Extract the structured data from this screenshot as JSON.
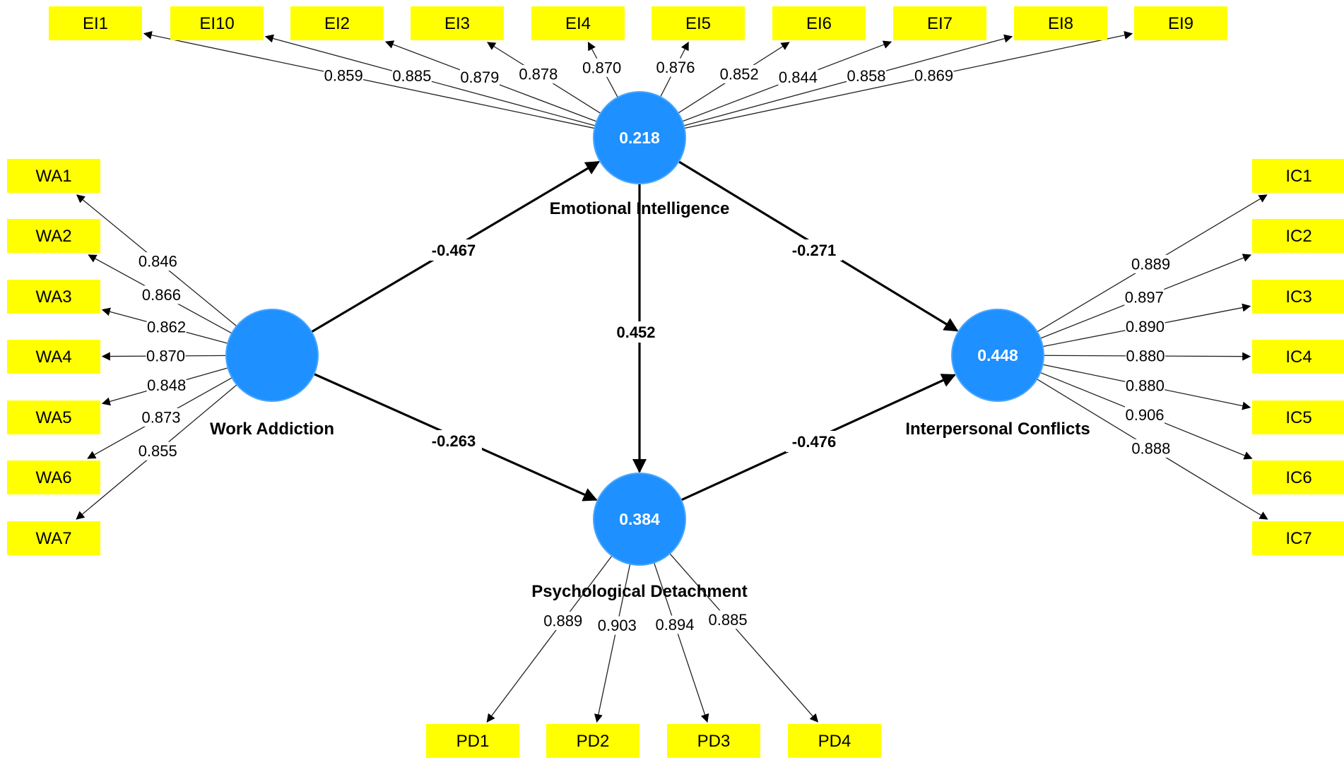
{
  "colors": {
    "construct_fill": "#1e90ff",
    "indicator_fill": "#ffff00",
    "text": "#000000",
    "construct_value_text": "#ffffff"
  },
  "constructs": [
    {
      "id": "WA",
      "name": "Work Addiction",
      "r2": ""
    },
    {
      "id": "EI",
      "name": "Emotional Intelligence",
      "r2": "0.218"
    },
    {
      "id": "PD",
      "name": "Psychological Detachment",
      "r2": "0.384"
    },
    {
      "id": "IC",
      "name": "Interpersonal Conflicts",
      "r2": "0.448"
    }
  ],
  "indicators": [
    {
      "id": "EI1",
      "construct": "EI",
      "loading": "0.859"
    },
    {
      "id": "EI10",
      "construct": "EI",
      "loading": "0.885"
    },
    {
      "id": "EI2",
      "construct": "EI",
      "loading": "0.879"
    },
    {
      "id": "EI3",
      "construct": "EI",
      "loading": "0.878"
    },
    {
      "id": "EI4",
      "construct": "EI",
      "loading": "0.870"
    },
    {
      "id": "EI5",
      "construct": "EI",
      "loading": "0.876"
    },
    {
      "id": "EI6",
      "construct": "EI",
      "loading": "0.852"
    },
    {
      "id": "EI7",
      "construct": "EI",
      "loading": "0.844"
    },
    {
      "id": "EI8",
      "construct": "EI",
      "loading": "0.858"
    },
    {
      "id": "EI9",
      "construct": "EI",
      "loading": "0.869"
    },
    {
      "id": "WA1",
      "construct": "WA",
      "loading": "0.846"
    },
    {
      "id": "WA2",
      "construct": "WA",
      "loading": "0.866"
    },
    {
      "id": "WA3",
      "construct": "WA",
      "loading": "0.862"
    },
    {
      "id": "WA4",
      "construct": "WA",
      "loading": "0.870"
    },
    {
      "id": "WA5",
      "construct": "WA",
      "loading": "0.848"
    },
    {
      "id": "WA6",
      "construct": "WA",
      "loading": "0.873"
    },
    {
      "id": "WA7",
      "construct": "WA",
      "loading": "0.855"
    },
    {
      "id": "IC1",
      "construct": "IC",
      "loading": "0.889"
    },
    {
      "id": "IC2",
      "construct": "IC",
      "loading": "0.897"
    },
    {
      "id": "IC3",
      "construct": "IC",
      "loading": "0.890"
    },
    {
      "id": "IC4",
      "construct": "IC",
      "loading": "0.880"
    },
    {
      "id": "IC5",
      "construct": "IC",
      "loading": "0.880"
    },
    {
      "id": "IC6",
      "construct": "IC",
      "loading": "0.906"
    },
    {
      "id": "IC7",
      "construct": "IC",
      "loading": "0.888"
    },
    {
      "id": "PD1",
      "construct": "PD",
      "loading": "0.889"
    },
    {
      "id": "PD2",
      "construct": "PD",
      "loading": "0.903"
    },
    {
      "id": "PD3",
      "construct": "PD",
      "loading": "0.894"
    },
    {
      "id": "PD4",
      "construct": "PD",
      "loading": "0.885"
    }
  ],
  "paths": [
    {
      "from": "WA",
      "to": "EI",
      "coef": "-0.467"
    },
    {
      "from": "WA",
      "to": "PD",
      "coef": "-0.263"
    },
    {
      "from": "EI",
      "to": "PD",
      "coef": "0.452"
    },
    {
      "from": "EI",
      "to": "IC",
      "coef": "-0.271"
    },
    {
      "from": "PD",
      "to": "IC",
      "coef": "-0.476"
    }
  ]
}
